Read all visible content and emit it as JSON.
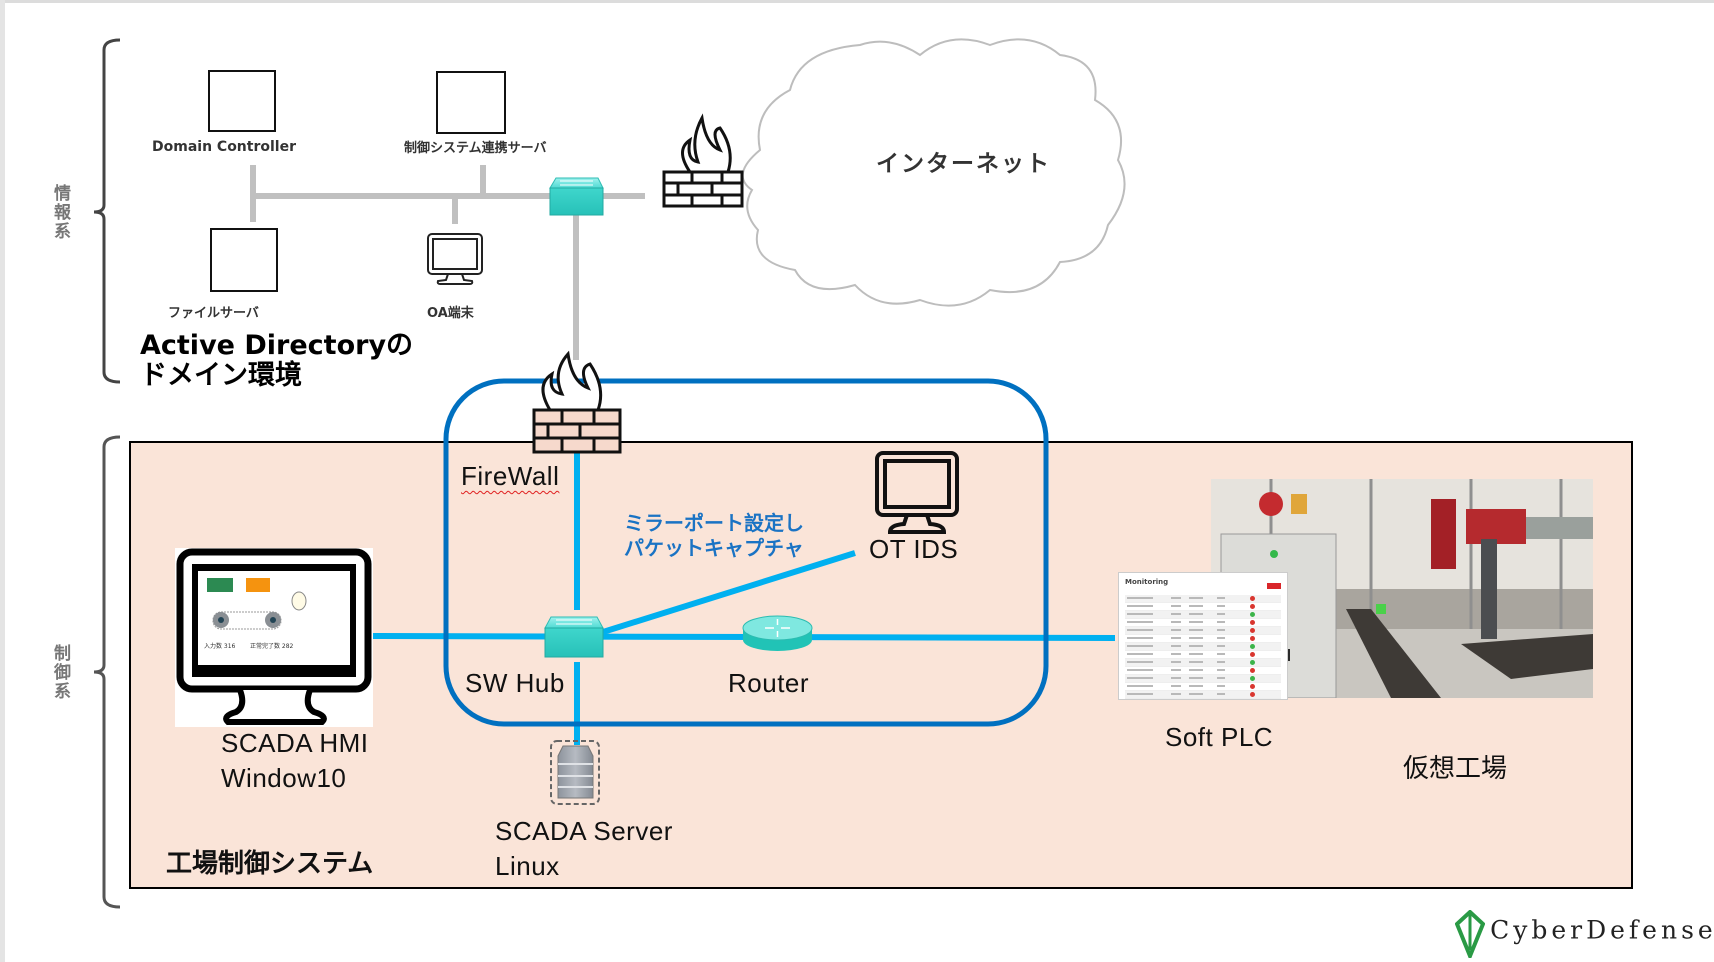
{
  "sections": {
    "it_side_label": "情報系",
    "ot_side_label": "制御系"
  },
  "it_network": {
    "title_line1": "Active Directoryの",
    "title_line2": "ドメイン環境",
    "nodes": {
      "domain_controller": "Domain Controller",
      "integration_server": "制御システム連携サーバ",
      "file_server": "ファイルサーバ",
      "oa_terminal": "OA端末"
    },
    "internet_label": "インターネット"
  },
  "ot_network": {
    "area_label": "工場制御システム",
    "firewall_label": "FireWall",
    "mirror_note_line1": "ミラーポート設定し",
    "mirror_note_line2": "パケットキャプチャ",
    "ot_ids_label": "OT IDS",
    "sw_hub_label": "SW Hub",
    "router_label": "Router",
    "hmi_label_line1": "SCADA HMI",
    "hmi_label_line2": "Window10",
    "server_label_line1": "SCADA Server",
    "server_label_line2": "Linux",
    "soft_plc_label": "Soft PLC",
    "virtual_factory_label": "仮想工場",
    "hmi_screen": {
      "input_count": "入力数 316",
      "completed_count": "正常完了数 282"
    },
    "plc_screen": {
      "title": "Monitoring",
      "status_rows": [
        "red",
        "red",
        "green",
        "red",
        "red",
        "red",
        "green",
        "red",
        "green",
        "red",
        "green",
        "red",
        "red",
        "red",
        "red"
      ]
    }
  },
  "colors": {
    "ot_link": "#00b0f0",
    "security_zone": "#0070c0",
    "it_link": "#c0c0c0",
    "ot_area_fill": "#fae4d8",
    "mirror_text": "#1a73c4",
    "logo_green": "#2a9a45"
  },
  "logo": {
    "text": "CyberDefense"
  }
}
